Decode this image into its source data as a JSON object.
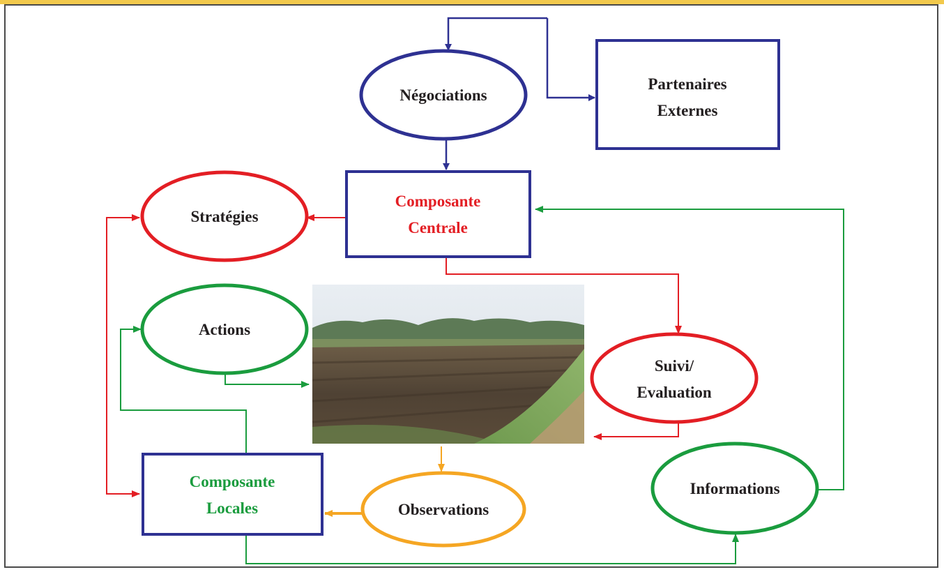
{
  "colors": {
    "navy": "#2e3192",
    "red": "#e31e24",
    "green": "#1a9c3e",
    "orange": "#f5a623",
    "text": "#231f20",
    "frame_accent": "#f2c94c"
  },
  "nodes": {
    "negociations": {
      "label": "Négociations"
    },
    "partenaires": {
      "line1": "Partenaires",
      "line2": "Externes"
    },
    "centrale": {
      "line1": "Composante",
      "line2": "Centrale"
    },
    "strategies": {
      "label": "Stratégies"
    },
    "actions": {
      "label": "Actions"
    },
    "suivi": {
      "line1": "Suivi/",
      "line2": "Evaluation"
    },
    "locales": {
      "line1": "Composante",
      "line2": "Locales"
    },
    "observations": {
      "label": "Observations"
    },
    "informations": {
      "label": "Informations"
    }
  },
  "photo": {
    "subject": "ploughed-field-photo"
  }
}
